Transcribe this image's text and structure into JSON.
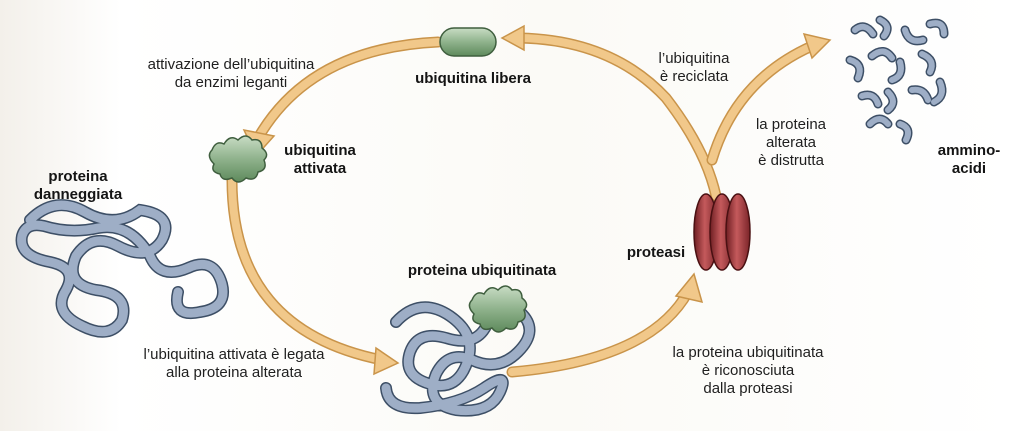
{
  "labels": {
    "activation_line1": "attivazione dell’ubiquitina",
    "activation_line2": "da enzimi leganti",
    "free_ubiquitin": "ubiquitina libera",
    "recycled_line1": "l’ubiquitina",
    "recycled_line2": "è reciclata",
    "activated_line1": "ubiquitina",
    "activated_line2": "attivata",
    "damaged_line1": "proteina",
    "damaged_line2": "danneggiata",
    "destroyed_line1": "la proteina",
    "destroyed_line2": "alterata",
    "destroyed_line3": "è distrutta",
    "aminoacids_line1": "ammino-",
    "aminoacids_line2": "acidi",
    "proteasome": "proteasi",
    "ubiquitinated": "proteina ubiquitinata",
    "bound_line1": "l’ubiquitina attivata è legata",
    "bound_line2": "alla proteina alterata",
    "recognized_line1": "la proteina ubiquitinata",
    "recognized_line2": "è riconosciuta",
    "recognized_line3": "dalla proteasi"
  },
  "colors": {
    "arrow": "#efc07c",
    "arrow_stroke": "#c9944a",
    "ubiquitin": "#8fb28c",
    "protein": "#8e9fb8",
    "proteasome": "#a8383c"
  }
}
